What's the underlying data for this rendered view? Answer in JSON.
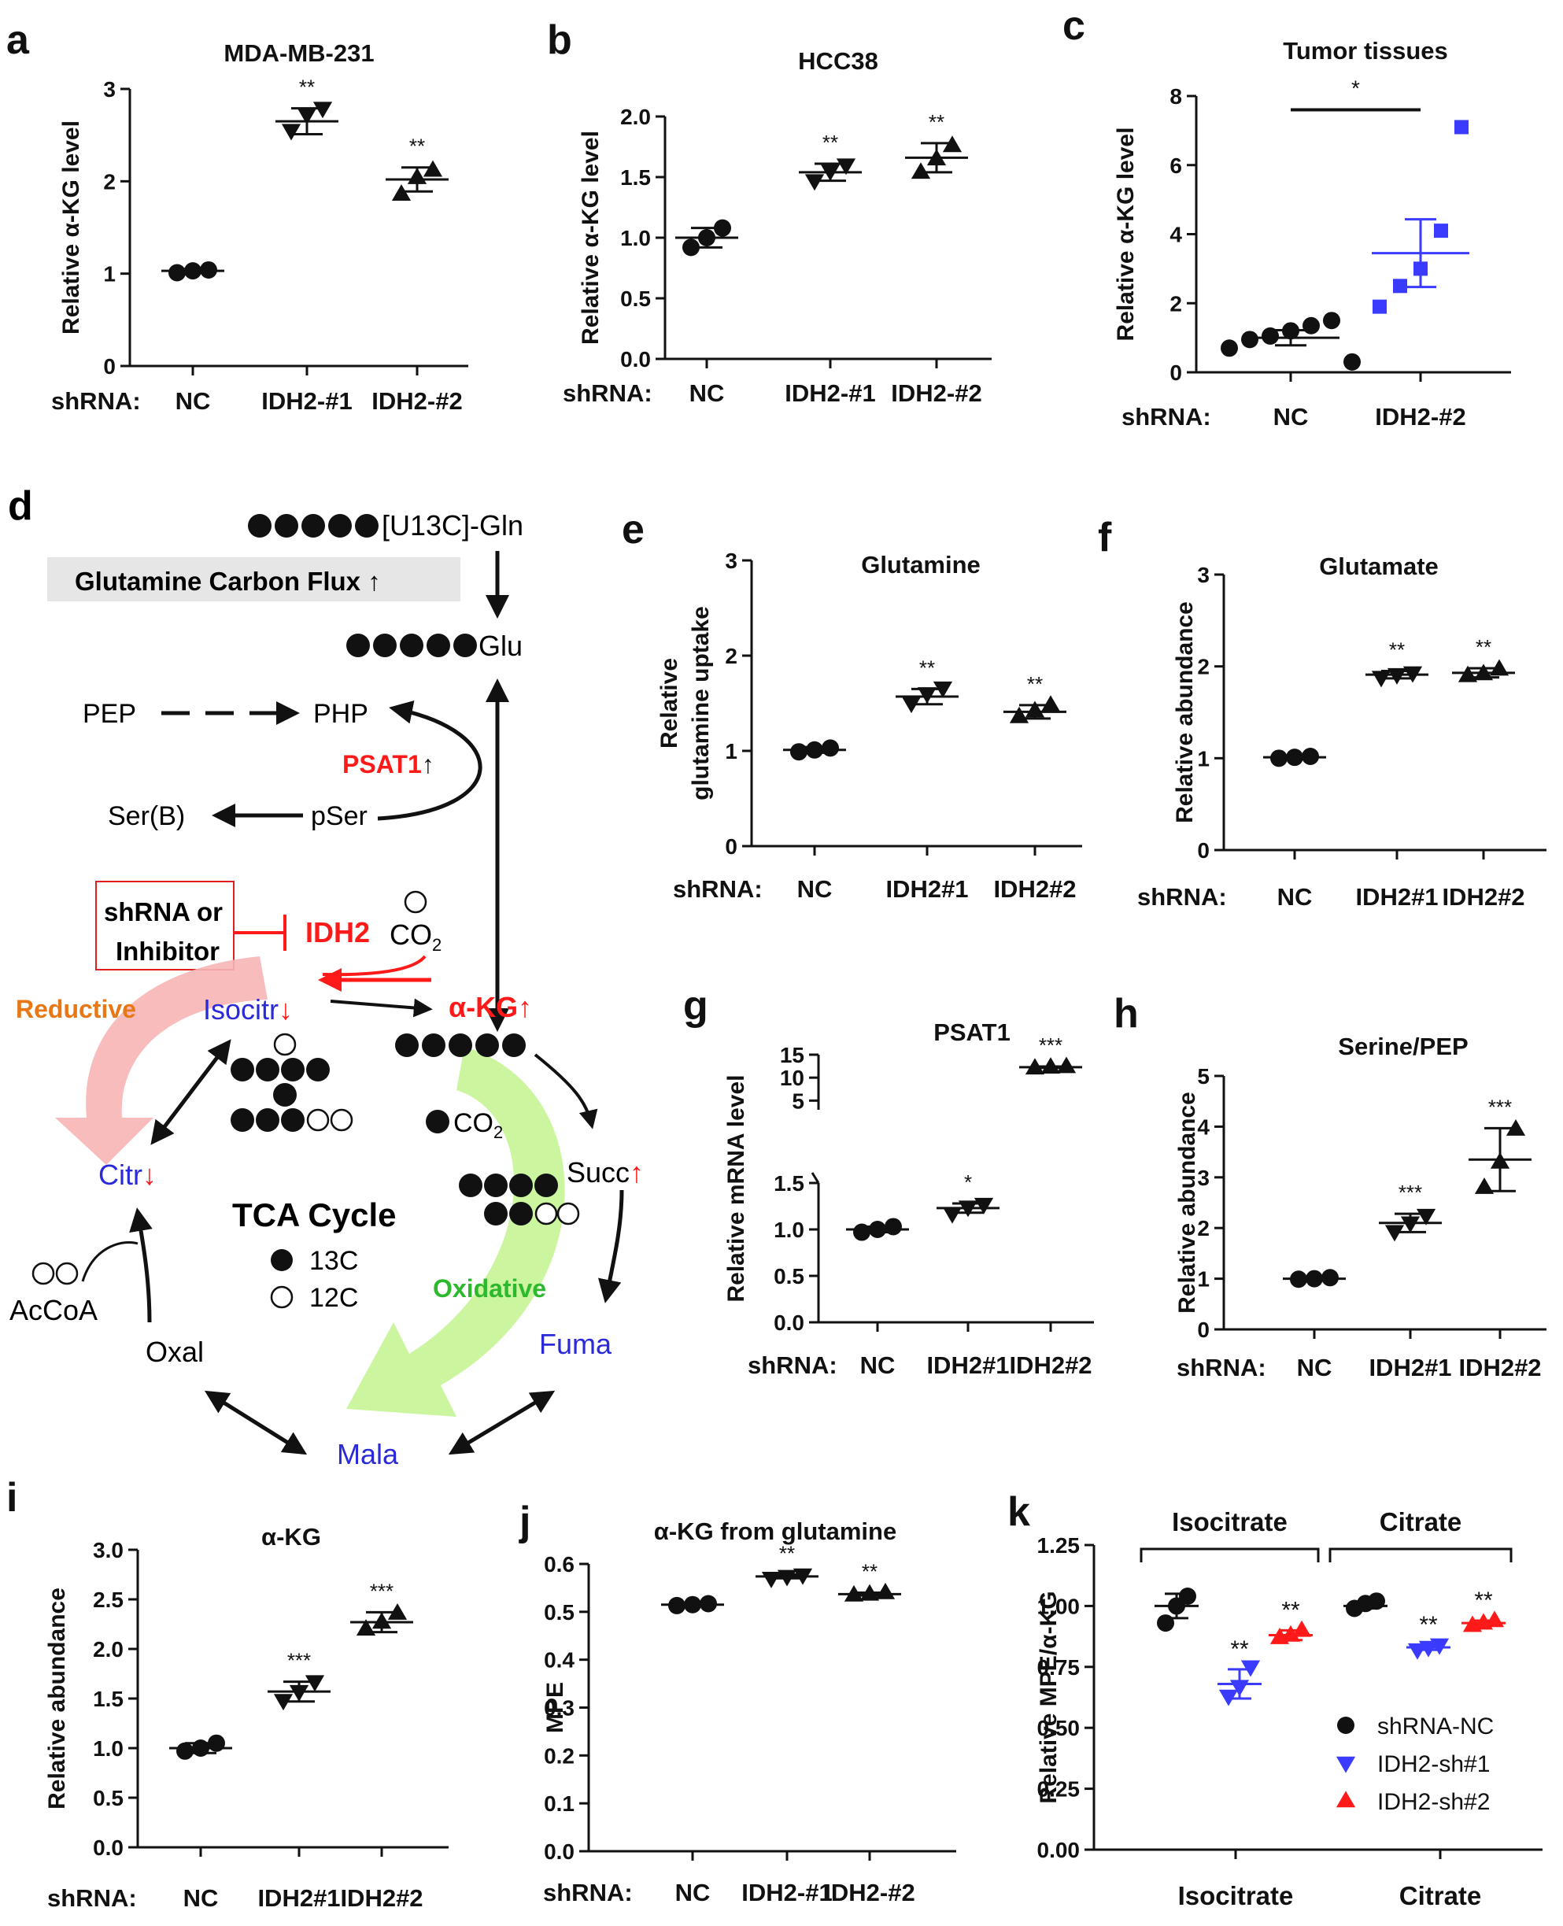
{
  "colors": {
    "black": "#111111",
    "blue": "#3b3bff",
    "red": "#ff1a1a",
    "orange": "#e87716",
    "green": "#2db82d",
    "pink": "#f7b5b5",
    "lightgreen": "#c8f59a",
    "gray_box": "#e6e6e6"
  },
  "panels": {
    "a": {
      "letter": "a",
      "title": "MDA-MB-231",
      "ylabel": "Relative α-KG level",
      "prefix": "shRNA:"
    },
    "b": {
      "letter": "b",
      "title": "HCC38",
      "ylabel": "Relative α-KG level",
      "prefix": "shRNA:"
    },
    "c": {
      "letter": "c",
      "title": "Tumor tissues",
      "ylabel": "Relative α-KG level",
      "prefix": "shRNA:"
    },
    "d": {
      "letter": "d"
    },
    "e": {
      "letter": "e",
      "title": "Glutamine",
      "ylabel": [
        "Relative",
        "glutamine uptake"
      ],
      "prefix": "shRNA:"
    },
    "f": {
      "letter": "f",
      "title": "Glutamate",
      "ylabel": "Relative abundance",
      "prefix": "shRNA:"
    },
    "g": {
      "letter": "g",
      "title": "PSAT1",
      "ylabel": "Relative  mRNA level",
      "prefix": "shRNA:"
    },
    "h": {
      "letter": "h",
      "title": "Serine/PEP",
      "ylabel": "Relative abundance",
      "prefix": "shRNA:"
    },
    "i": {
      "letter": "i",
      "title": "α-KG",
      "ylabel": "Relative abundance",
      "prefix": "shRNA:"
    },
    "j": {
      "letter": "j",
      "title": "α-KG from glutamine",
      "ylabel": "MPE",
      "prefix": "shRNA:"
    },
    "k": {
      "letter": "k",
      "ylabel": "Relative MPE/α-KG"
    }
  },
  "diagram": {
    "tracer": "[U13C]-Gln",
    "flux_box": "Glutamine  Carbon Flux ↑",
    "glu": "Glu",
    "pep": "PEP",
    "php": "PHP",
    "psat1": "PSAT1",
    "up": "↑",
    "down": "↓",
    "ser": "Ser(B)",
    "pser": "pSer",
    "inhibitor_line1": "shRNA or",
    "inhibitor_line2": "Inhibitor",
    "idh2": "IDH2",
    "co2": "CO",
    "co2_sub": "2",
    "reductive": "Reductive",
    "oxidative": "Oxidative",
    "isocitr": "Isocitr",
    "akg": "α-KG",
    "citr": "Citr",
    "succ": "Succ",
    "fuma": "Fuma",
    "mala": "Mala",
    "oxal": "Oxal",
    "acoa": "AcCoA",
    "tca": "TCA Cycle",
    "legend_13c": "13C",
    "legend_12c": "12C"
  },
  "chart_data": [
    {
      "panel": "a",
      "type": "scatter",
      "categories": [
        "NC",
        "IDH2-#1",
        "IDH2-#2"
      ],
      "ylim": [
        0,
        3
      ],
      "yticks": [
        0,
        1,
        2,
        3
      ],
      "series": [
        {
          "marker": "circle",
          "values": [
            [
              1.01,
              1.03,
              1.04
            ],
            [
              2.55,
              2.72,
              2.79
            ],
            [
              1.86,
              2.04,
              2.12
            ]
          ]
        }
      ],
      "mean": [
        1.03,
        2.65,
        2.02
      ],
      "err": [
        0.02,
        0.14,
        0.13
      ],
      "annotations": [
        "",
        "**",
        "**"
      ]
    },
    {
      "panel": "b",
      "type": "scatter",
      "categories": [
        "NC",
        "IDH2-#1",
        "IDH2-#2"
      ],
      "ylim": [
        0,
        2.0
      ],
      "yticks": [
        "0.0",
        "0.5",
        "1.0",
        "1.5",
        "2.0"
      ],
      "series": [
        {
          "marker": "circle",
          "values": [
            [
              0.92,
              1.0,
              1.08
            ],
            [
              1.47,
              1.55,
              1.6
            ],
            [
              1.54,
              1.65,
              1.76
            ]
          ]
        }
      ],
      "mean": [
        1.0,
        1.54,
        1.66
      ],
      "err": [
        0.08,
        0.07,
        0.12
      ],
      "annotations": [
        "",
        "**",
        "**"
      ]
    },
    {
      "panel": "c",
      "type": "scatter",
      "categories": [
        "NC",
        "IDH2-#2"
      ],
      "ylim": [
        0,
        8
      ],
      "yticks": [
        0,
        2,
        4,
        6,
        8
      ],
      "series": [
        {
          "marker": "circle",
          "values": [
            [
              0.7,
              0.95,
              1.05,
              1.2,
              1.35,
              1.5,
              0.3
            ],
            [
              1.9,
              2.5,
              3.0,
              4.1,
              7.1
            ]
          ]
        }
      ],
      "mean": [
        1.0,
        3.45
      ],
      "err": [
        0.22,
        0.98
      ],
      "annotations": [
        "",
        ""
      ],
      "bracket": {
        "from": "NC",
        "to": "IDH2-#2",
        "label": "*"
      }
    },
    {
      "panel": "e",
      "type": "scatter",
      "categories": [
        "NC",
        "IDH2#1",
        "IDH2#2"
      ],
      "ylim": [
        0,
        3
      ],
      "yticks": [
        0,
        1,
        2,
        3
      ],
      "series": [
        {
          "marker": "circle",
          "values": [
            [
              0.99,
              1.01,
              1.03
            ],
            [
              1.5,
              1.6,
              1.66
            ],
            [
              1.36,
              1.42,
              1.48
            ]
          ]
        }
      ],
      "mean": [
        1.01,
        1.57,
        1.41
      ],
      "err": [
        0.03,
        0.08,
        0.07
      ],
      "annotations": [
        "",
        "**",
        "**"
      ]
    },
    {
      "panel": "f",
      "type": "scatter",
      "categories": [
        "NC",
        "IDH2#1",
        "IDH2#2"
      ],
      "ylim": [
        0,
        3
      ],
      "yticks": [
        0,
        1,
        2,
        3
      ],
      "series": [
        {
          "marker": "circle",
          "values": [
            [
              1.0,
              1.01,
              1.02
            ],
            [
              1.88,
              1.91,
              1.93
            ],
            [
              1.9,
              1.92,
              1.97
            ]
          ]
        }
      ],
      "mean": [
        1.01,
        1.91,
        1.93
      ],
      "err": [
        0.02,
        0.04,
        0.05
      ],
      "annotations": [
        "",
        "**",
        "**"
      ]
    },
    {
      "panel": "g",
      "type": "scatter",
      "categories": [
        "NC",
        "IDH2#1",
        "IDH2#2"
      ],
      "ylim": [
        0,
        15
      ],
      "yticks": [
        "0.0",
        "0.5",
        "1.0",
        "1.5",
        "5",
        "10",
        "15"
      ],
      "axis_break": [
        1.5,
        3
      ],
      "series": [
        {
          "marker": "circle",
          "values": [
            [
              0.97,
              1.0,
              1.03
            ],
            [
              1.17,
              1.24,
              1.27
            ],
            [
              12.1,
              12.3,
              12.4
            ]
          ]
        }
      ],
      "mean": [
        1.0,
        1.23,
        12.27
      ],
      "err": [
        0.03,
        0.05,
        0.15
      ],
      "annotations": [
        "",
        "*",
        "***"
      ]
    },
    {
      "panel": "h",
      "type": "scatter",
      "categories": [
        "NC",
        "IDH2#1",
        "IDH2#2"
      ],
      "ylim": [
        0,
        5
      ],
      "yticks": [
        0,
        1,
        2,
        3,
        4,
        5
      ],
      "series": [
        {
          "marker": "circle",
          "values": [
            [
              0.99,
              1.0,
              1.02
            ],
            [
              1.93,
              2.1,
              2.25
            ],
            [
              2.8,
              3.3,
              3.95
            ]
          ]
        }
      ],
      "mean": [
        1.0,
        2.1,
        3.35
      ],
      "err": [
        0.02,
        0.18,
        0.62
      ],
      "annotations": [
        "",
        "***",
        "***"
      ]
    },
    {
      "panel": "i",
      "type": "scatter",
      "categories": [
        "NC",
        "IDH2#1",
        "IDH2#2"
      ],
      "ylim": [
        0,
        3.0
      ],
      "yticks": [
        "0.0",
        "0.5",
        "1.0",
        "1.5",
        "2.0",
        "2.5",
        "3.0"
      ],
      "series": [
        {
          "marker": "circle",
          "values": [
            [
              0.97,
              1.0,
              1.05
            ],
            [
              1.48,
              1.57,
              1.67
            ],
            [
              2.2,
              2.27,
              2.36
            ]
          ]
        }
      ],
      "mean": [
        1.0,
        1.57,
        2.27
      ],
      "err": [
        0.05,
        0.1,
        0.1
      ],
      "annotations": [
        "",
        "***",
        "***"
      ]
    },
    {
      "panel": "j",
      "type": "scatter",
      "categories": [
        "NC",
        "IDH2-#1",
        "IDH2-#2"
      ],
      "ylim": [
        0,
        0.6
      ],
      "yticks": [
        "0.0",
        "0.1",
        "0.2",
        "0.3",
        "0.4",
        "0.5",
        "0.6"
      ],
      "series": [
        {
          "marker": "circle",
          "values": [
            [
              0.513,
              0.515,
              0.517
            ],
            [
              0.57,
              0.574,
              0.577
            ],
            [
              0.535,
              0.537,
              0.54
            ]
          ]
        }
      ],
      "mean": [
        0.515,
        0.574,
        0.537
      ],
      "err": [
        0.003,
        0.004,
        0.003
      ],
      "annotations": [
        "",
        "**",
        "**"
      ]
    },
    {
      "panel": "k",
      "type": "scatter",
      "categories": [
        "Isocitrate",
        "Citrate"
      ],
      "ylim": [
        0,
        1.25
      ],
      "yticks": [
        "0.00",
        "0.25",
        "0.50",
        "0.75",
        "1.00",
        "1.25"
      ],
      "group_labels": [
        "Isocitrate",
        "Citrate"
      ],
      "series": [
        {
          "name": "shRNA-NC",
          "marker": "circle",
          "values": [
            [
              0.93,
              1.0,
              1.04
            ],
            [
              0.99,
              1.01,
              1.02
            ]
          ],
          "mean": [
            1.0,
            1.0
          ],
          "err": [
            0.05,
            0.01
          ]
        },
        {
          "name": "IDH2-sh#1",
          "marker": "tri-down",
          "values": [
            [
              0.63,
              0.67,
              0.75
            ],
            [
              0.82,
              0.83,
              0.84
            ]
          ],
          "mean": [
            0.68,
            0.83
          ],
          "err": [
            0.06,
            0.01
          ]
        },
        {
          "name": "IDH2-sh#2",
          "marker": "tri-up",
          "values": [
            [
              0.87,
              0.88,
              0.9
            ],
            [
              0.92,
              0.93,
              0.94
            ]
          ],
          "mean": [
            0.88,
            0.93
          ],
          "err": [
            0.02,
            0.01
          ]
        }
      ],
      "annotations": [
        [
          "",
          "**",
          "**"
        ],
        [
          "",
          "**",
          "**"
        ]
      ],
      "legend_position": "right"
    }
  ]
}
